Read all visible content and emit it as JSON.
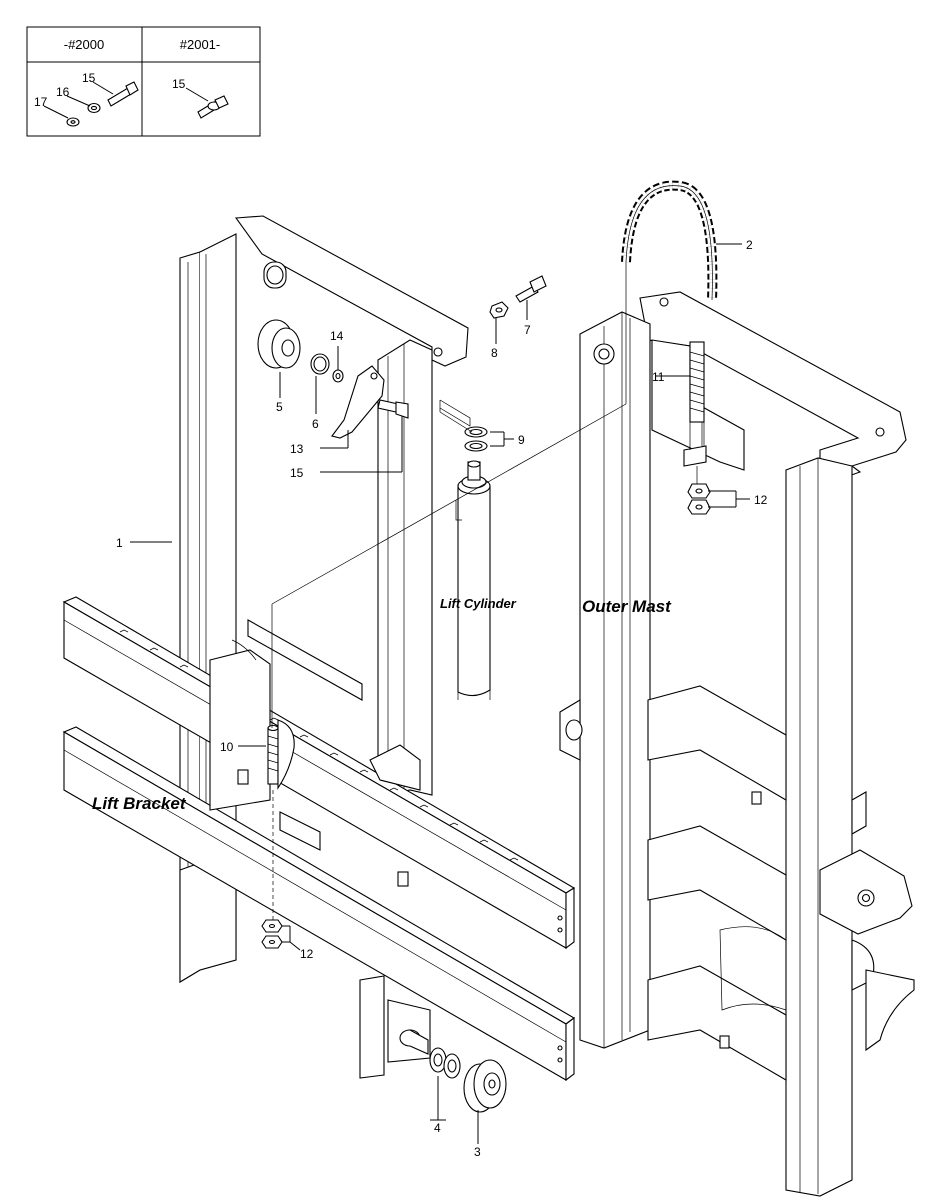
{
  "variant_table": {
    "headers": [
      "-#2000",
      "#2001-"
    ],
    "left_cell_callouts": [
      "17",
      "16",
      "15"
    ],
    "right_cell_callouts": [
      "15"
    ]
  },
  "assembly_labels": {
    "lift_cylinder": "Lift Cylinder",
    "outer_mast": "Outer Mast",
    "lift_bracket": "Lift Bracket"
  },
  "callouts": {
    "c1": "1",
    "c2": "2",
    "c3": "3",
    "c4": "4",
    "c5": "5",
    "c6": "6",
    "c7": "7",
    "c8": "8",
    "c9": "9",
    "c10": "10",
    "c11": "11",
    "c12a": "12",
    "c12b": "12",
    "c13": "13",
    "c14": "14",
    "c15": "15"
  }
}
